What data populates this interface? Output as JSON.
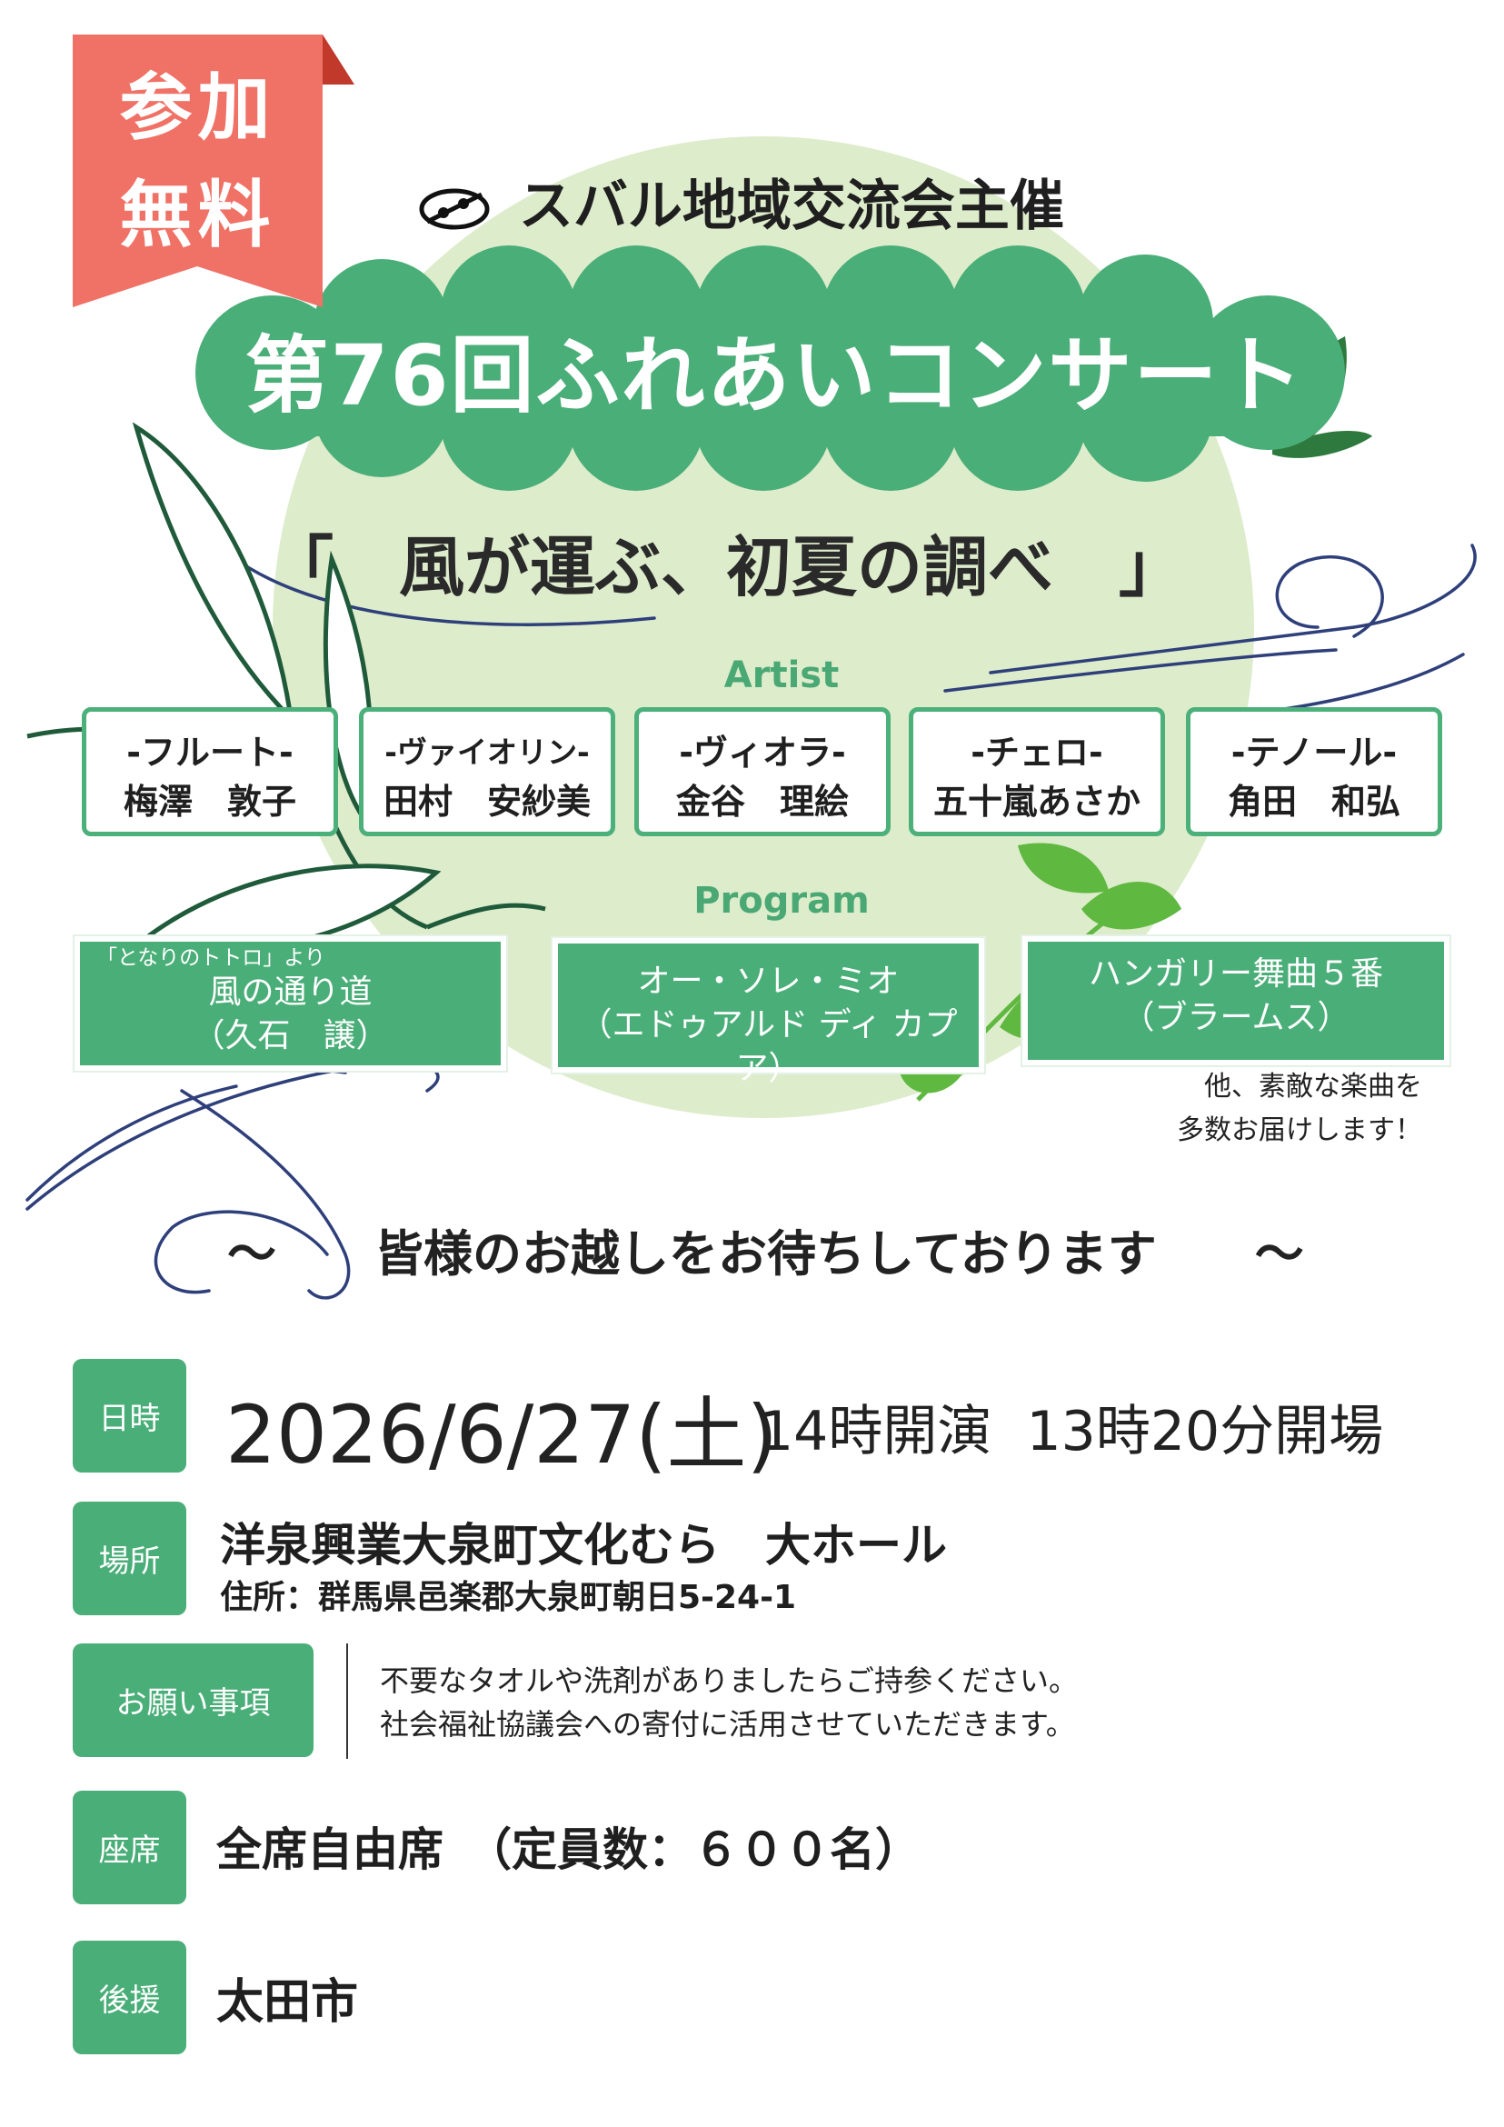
{
  "free_badge": {
    "line1": "参加",
    "line2": "無料"
  },
  "organizer": "スバル地域交流会主催",
  "title": "第76回ふれあいコンサート",
  "subtitle": "「　風が運ぶ、初夏の調べ　」",
  "artist_heading": "Artist",
  "artists": [
    {
      "instrument": "-フルート-",
      "name": "梅澤　敦子"
    },
    {
      "instrument": "-ヴァイオリン-",
      "name": "田村　安紗美"
    },
    {
      "instrument": "-ヴィオラ-",
      "name": "金谷　理絵"
    },
    {
      "instrument": "-チェロ-",
      "name": "五十嵐あさか"
    },
    {
      "instrument": "-テノール-",
      "name": "角田　和弘"
    }
  ],
  "program_heading": "Program",
  "programs": [
    {
      "prefix": "「となりのトトロ」より",
      "title": "風の通り道",
      "composer": "（久石　譲）"
    },
    {
      "title": "オー・ソレ・ミオ",
      "composer": "（エドゥアルド ディ カプア）"
    },
    {
      "title": "ハンガリー舞曲５番",
      "composer": "（ブラームス）"
    }
  ],
  "program_note": {
    "line1": "他、素敵な楽曲を",
    "line2": "多数お届けします！"
  },
  "welcome": "～　　皆様のお越しをお待ちしております　　～",
  "info": {
    "date_label": "日時",
    "date": "2026/6/27(土)",
    "time": "14時開演  13時20分開場",
    "place_label": "場所",
    "venue": "洋泉興業大泉町文化むら　大ホール",
    "address": "住所：群馬県邑楽郡大泉町朝日5-24-1",
    "request_label": "お願い事項",
    "request_line1": "不要なタオルや洗剤がありましたらご持参ください。",
    "request_line2": "社会福祉協議会への寄付に活用させていただきます。",
    "seat_label": "座席",
    "seat": "全席自由席　（定員数：６００名）",
    "sponsor_label": "後援",
    "sponsor": "太田市"
  },
  "colors": {
    "green": "#4aae78",
    "light_green": "#ddeccb",
    "coral": "#f07166",
    "navy": "#2e3f7a",
    "dark_green": "#1f5a3a"
  }
}
